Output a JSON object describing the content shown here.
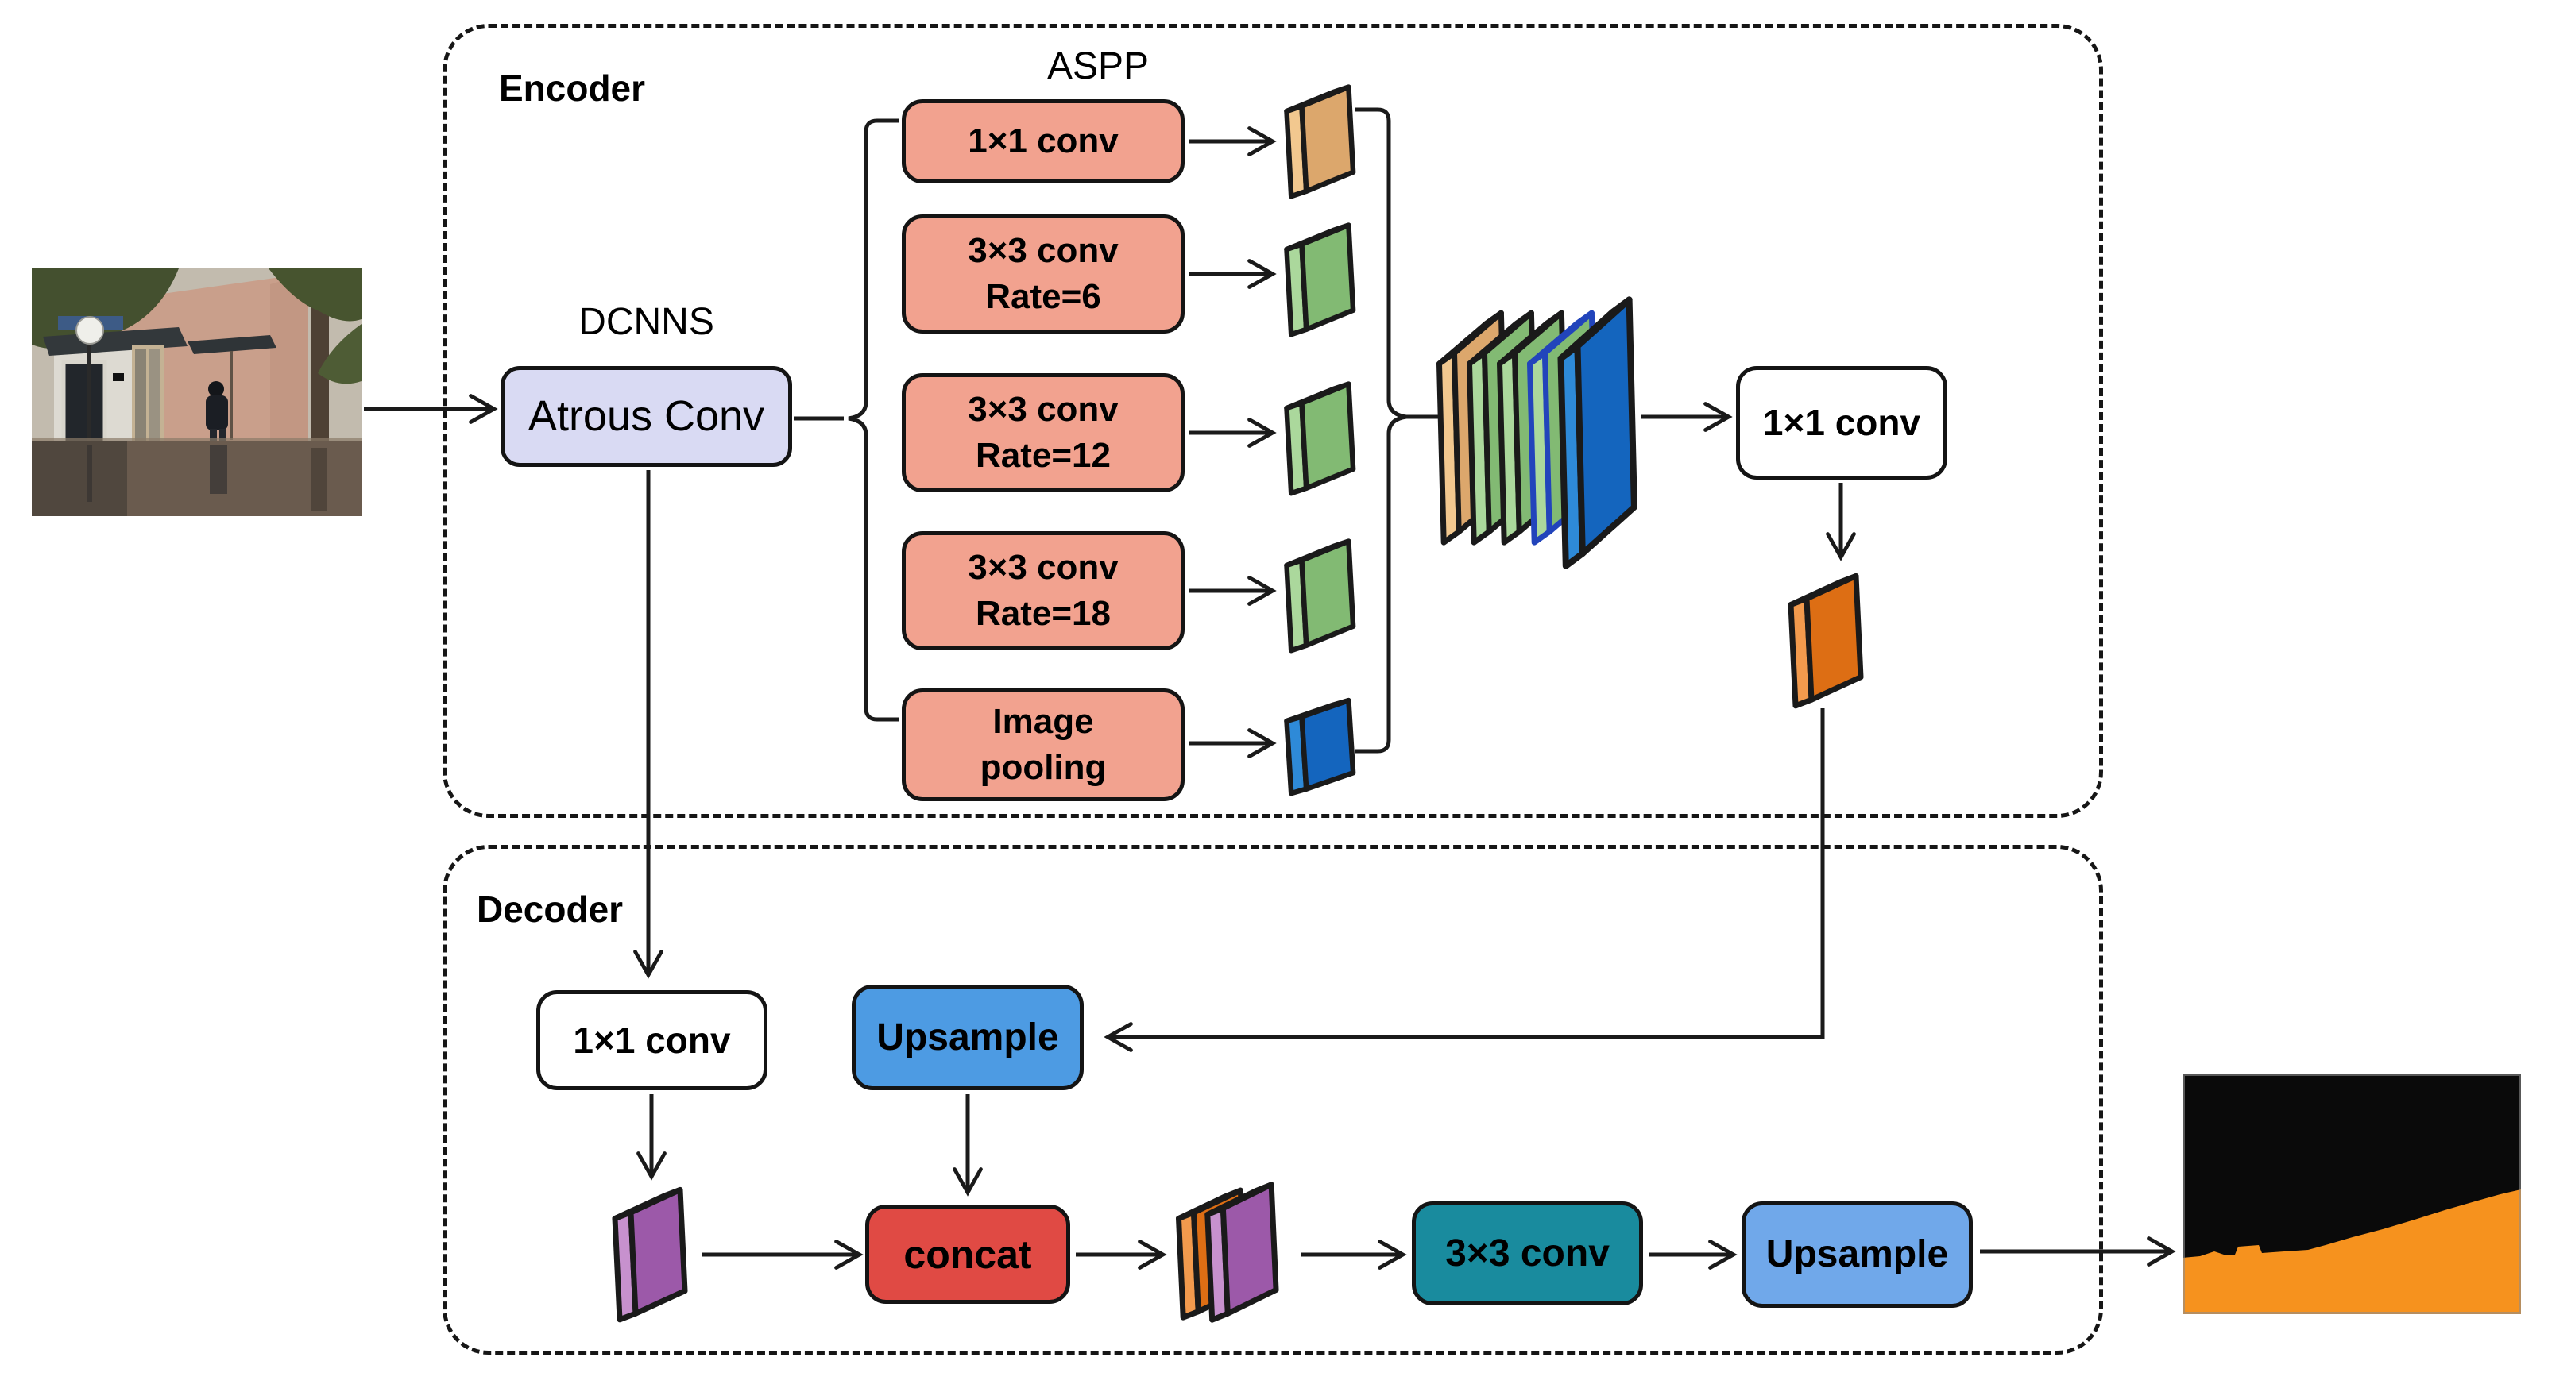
{
  "palette": {
    "line": "#1a1a1a",
    "salmon": "#F2A28F",
    "lavender": "#D9DAF3",
    "white_box": "#FFFFFF",
    "blue_upsample_1": "#4D9BE3",
    "blue_upsample_2": "#70A8EA",
    "red_concat": "#E04A44",
    "teal_conv": "#198B9E",
    "tan_face": "#DCA76C",
    "tan_light": "#F2C88F",
    "green_face": "#82BA73",
    "green_light": "#ABD89C",
    "blue_face": "#1465BE",
    "blue_light": "#2E8AD8",
    "orange_face": "#DD6E14",
    "orange_light": "#F29A4D",
    "purple_face": "#9C59A9",
    "purple_light": "#C791CE",
    "blue_outline": "#2244BB",
    "mask_orange": "#F6921E",
    "mask_black": "#0A0A0A"
  },
  "labels": {
    "encoder": "Encoder",
    "decoder": "Decoder",
    "aspp": "ASPP",
    "dcnns": "DCNNS"
  },
  "encoder": {
    "atrous_conv": "Atrous Conv",
    "aspp_branches": [
      {
        "line1": "1×1 conv",
        "line2": ""
      },
      {
        "line1": "3×3 conv",
        "line2": "Rate=6"
      },
      {
        "line1": "3×3 conv",
        "line2": "Rate=12"
      },
      {
        "line1": "3×3 conv",
        "line2": "Rate=18"
      },
      {
        "line1": "Image",
        "line2": "pooling"
      }
    ],
    "conv_1x1": "1×1 conv"
  },
  "decoder": {
    "conv_1x1": "1×1 conv",
    "upsample_1": "Upsample",
    "concat": "concat",
    "conv_3x3": "3×3 conv",
    "upsample_2": "Upsample"
  },
  "feature_maps": {
    "aspp_outputs": [
      "tan",
      "green",
      "green",
      "green",
      "blue"
    ],
    "fused_stack": [
      "tan",
      "green",
      "green",
      "green",
      "blue"
    ],
    "encoder_output": "orange",
    "low_level": "purple",
    "concat_pair": [
      "orange",
      "purple"
    ]
  }
}
